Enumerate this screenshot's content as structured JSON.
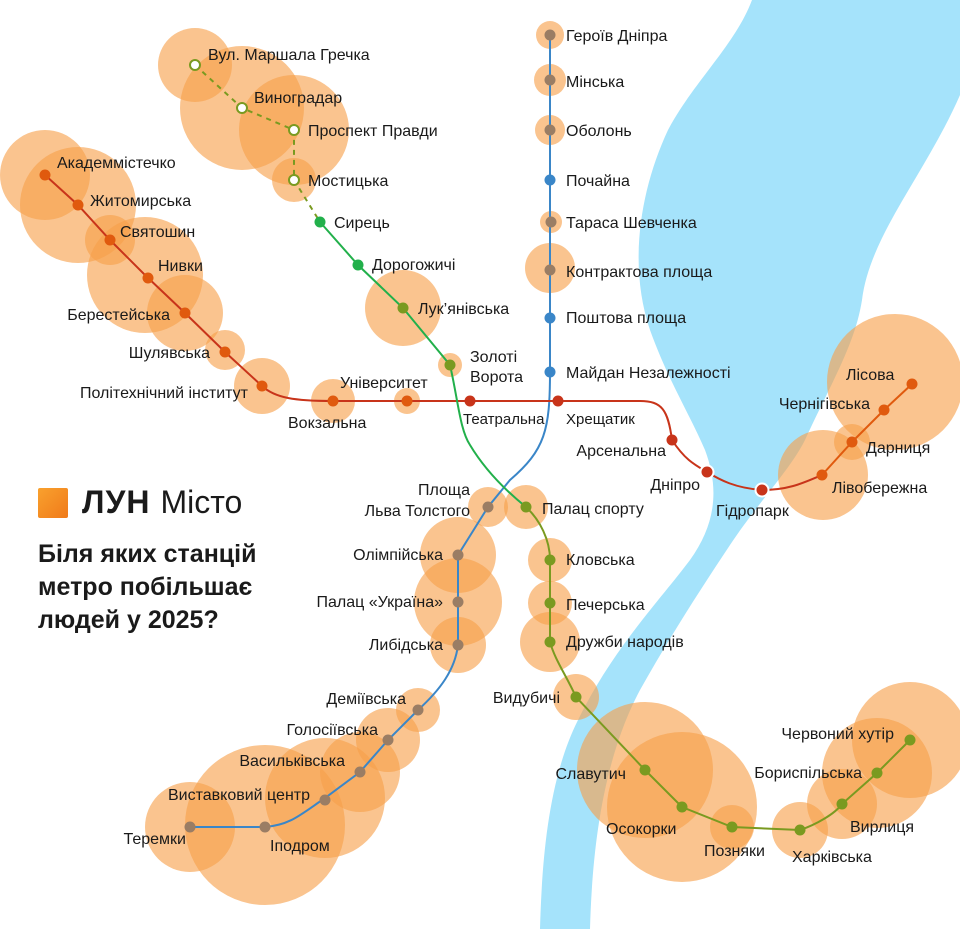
{
  "brand": {
    "lun": "ЛУН",
    "misto": "Місто"
  },
  "headline": "Біля яких станцій метро побільшає людей у 2025?",
  "colors": {
    "red_line": "#c8341a",
    "red_line_future": "#e05a0e",
    "blue_line": "#3a86c8",
    "green_line": "#22b04b",
    "green_line_olive": "#7a9a20",
    "river": "#a5e3fb",
    "circle": "#f7a04a",
    "station_grey": "#9a7d64"
  },
  "lines": {
    "red": [
      "Академмістечко",
      "Житомирська",
      "Святошин",
      "Нивки",
      "Берестейська",
      "Шулявська",
      "Політехнічний інститут",
      "Вокзальна",
      "Університет",
      "Театральна",
      "Хрещатик",
      "Арсенальна",
      "Дніпро",
      "Гідропарк",
      "Лівобережна",
      "Дарниця",
      "Чернігівська",
      "Лісова"
    ],
    "blue": [
      "Героїв Дніпра",
      "Мінська",
      "Оболонь",
      "Почайна",
      "Тараса Шевченка",
      "Контрактова площа",
      "Поштова площа",
      "Майдан Незалежності",
      "Площа Льва Толстого",
      "Олімпійська",
      "Палац «Україна»",
      "Либідська",
      "Деміївська",
      "Голосіївська",
      "Васильківська",
      "Виставковий центр",
      "Іподром",
      "Теремки"
    ],
    "green": [
      "Вул. Маршала Гречка",
      "Виноградар",
      "Проспект Правди",
      "Мостицька",
      "Сирець",
      "Дорогожичі",
      "Лук’янівська",
      "Золоті Ворота",
      "Палац спорту",
      "Кловська",
      "Печерська",
      "Дружби народів",
      "Видубичі",
      "Славутич",
      "Осокорки",
      "Позняки",
      "Харківська",
      "Вирлиця",
      "Бориспільська",
      "Червоний хутір"
    ]
  },
  "labels": {
    "geroiv_dnipra": "Героїв Дніпра",
    "minska": "Мінська",
    "obolon": "Оболонь",
    "pochaina": "Почайна",
    "tarasa_shevchenka": "Тараса Шевченка",
    "kontraktova": "Контрактова площа",
    "poshtova": "Поштова площа",
    "maidan": "Майдан Незалежності",
    "ploshcha_lva_tolstoho_1": "Площа",
    "ploshcha_lva_tolstoho_2": "Льва Толстого",
    "olimpiiska": "Олімпійська",
    "palats_ukraina": "Палац «Україна»",
    "lybidska": "Либідська",
    "demiivska": "Деміївська",
    "holosiivska": "Голосіївська",
    "vasylkivska": "Васильківська",
    "vystavkovyi": "Виставковий центр",
    "ipodrom": "Іподром",
    "teremky": "Теремки",
    "akademmistechko": "Академмістечко",
    "zhytomyrska": "Житомирська",
    "sviatoshyn": "Святошин",
    "nyvky": "Нивки",
    "beresteiska": "Берестейська",
    "shuliavska": "Шулявська",
    "politekh": "Політехнічний інститут",
    "vokzalna": "Вокзальна",
    "universytet": "Університет",
    "teatralna": "Театральна",
    "khreshchatyk": "Хрещатик",
    "arsenalna": "Арсенальна",
    "dnipro": "Дніпро",
    "hidropark": "Гідропарк",
    "livoberezhna": "Лівобережна",
    "darnytsia": "Дарниця",
    "chernihivska": "Чернігівська",
    "lisova": "Лісова",
    "marshala_hrechka": "Вул. Маршала Гречка",
    "vynohradar": "Виноградар",
    "prospekt_pravdy": "Проспект Правди",
    "mostytska": "Мостицька",
    "syrets": "Сирець",
    "dorohozhychi": "Дорогожичі",
    "lukianivska": "Лук’янівська",
    "zoloti_vorota_1": "Золоті",
    "zoloti_vorota_2": "Ворота",
    "palats_sportu": "Палац спорту",
    "klovska": "Кловська",
    "pecherska": "Печерська",
    "druzhby_narodiv": "Дружби народів",
    "vydubychi": "Видубичі",
    "slavutych": "Славутич",
    "osokorky": "Осокорки",
    "pozniaky": "Позняки",
    "kharkivska": "Харківська",
    "vyrlytsia": "Вирлиця",
    "boryspilska": "Бориспільська",
    "chervonyi_khutir": "Червоний хутір"
  }
}
